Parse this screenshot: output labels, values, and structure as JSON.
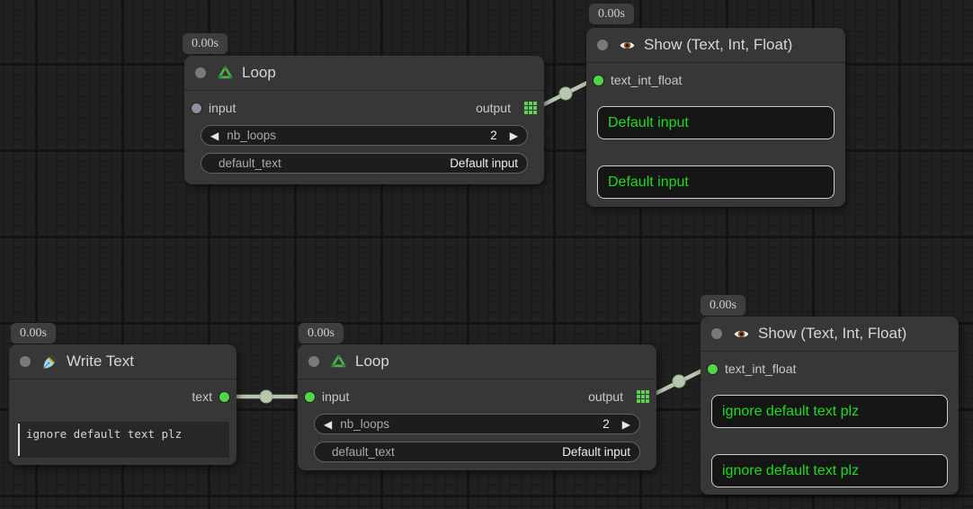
{
  "canvas": {
    "background": "#202020",
    "wire_color": "#b7c7ae",
    "slot_connected_color": "#55d34d",
    "slot_unconnected_color": "#8f8fa1",
    "display_text_color": "#1cdc1c",
    "node_bg_color": "#373737",
    "output_grid_icon_color": "#5ecf55"
  },
  "ui": {
    "stepper_left": "◀",
    "stepper_right": "▶"
  },
  "nodes": [
    {
      "id": "loop-top",
      "badge": "0.00s",
      "icon": "recycle-icon",
      "title": "Loop",
      "inputs": [
        {
          "label": "input",
          "connected": false
        }
      ],
      "outputs": [
        {
          "label": "output",
          "connected": true
        }
      ],
      "widgets": [
        {
          "type": "number",
          "name": "nb_loops",
          "value": "2"
        },
        {
          "type": "text",
          "name": "default_text",
          "value": "Default input"
        }
      ]
    },
    {
      "id": "show-top",
      "badge": "0.00s",
      "icon": "eye-icon",
      "title": "Show (Text, Int, Float)",
      "inputs": [
        {
          "label": "text_int_float",
          "connected": true
        }
      ],
      "displays": [
        "Default input",
        "Default input"
      ]
    },
    {
      "id": "write-text",
      "badge": "0.00s",
      "icon": "pen-icon",
      "title": "Write Text",
      "outputs": [
        {
          "label": "text",
          "connected": true
        }
      ],
      "textarea_value": "ignore default text plz"
    },
    {
      "id": "loop-bottom",
      "badge": "0.00s",
      "icon": "recycle-icon",
      "title": "Loop",
      "inputs": [
        {
          "label": "input",
          "connected": true
        }
      ],
      "outputs": [
        {
          "label": "output",
          "connected": true
        }
      ],
      "widgets": [
        {
          "type": "number",
          "name": "nb_loops",
          "value": "2"
        },
        {
          "type": "text",
          "name": "default_text",
          "value": "Default input"
        }
      ]
    },
    {
      "id": "show-bottom",
      "badge": "0.00s",
      "icon": "eye-icon",
      "title": "Show (Text, Int, Float)",
      "inputs": [
        {
          "label": "text_int_float",
          "connected": true
        }
      ],
      "displays": [
        "ignore default text plz",
        "ignore default text plz"
      ]
    }
  ]
}
